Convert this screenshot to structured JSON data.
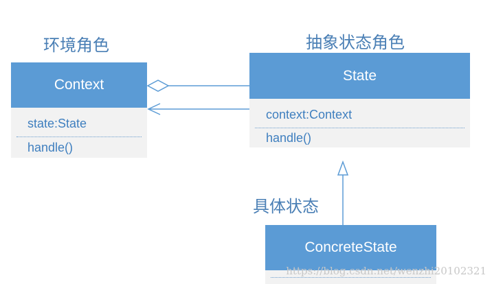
{
  "labels": {
    "context_role": "环境角色",
    "abstract_state_role": "抽象状态角色",
    "concrete_state_role": "具体状态"
  },
  "context_class": {
    "name": "Context",
    "attribute": "state:State",
    "method": "handle()"
  },
  "state_class": {
    "name": "State",
    "attribute": "context:Context",
    "method": "handle()"
  },
  "concrete_class": {
    "name": "ConcreteState"
  },
  "watermark": "https://blog.csdn.net/wenzhi20102321",
  "colors": {
    "header": "#5b9bd5",
    "body": "#f2f2f2",
    "text": "#3f7fbf",
    "line": "#5b9bd5"
  }
}
